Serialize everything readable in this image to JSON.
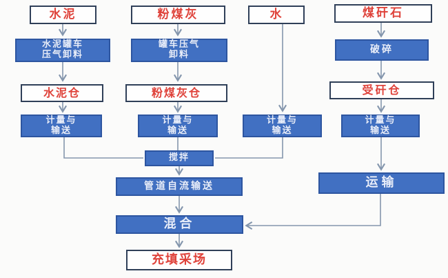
{
  "diagram": {
    "type": "flowchart",
    "language": "zh-CN",
    "colors": {
      "process_box_fill": "#4170c2",
      "process_box_border": "#2d55a0",
      "process_box_text": "#e9effc",
      "label_box_fill": "#fefefe",
      "label_box_border": "#2f3f58",
      "label_box_text": "#df423a",
      "connector": "#8496ad",
      "background": "#fbfbfa"
    },
    "nodes": {
      "cement": {
        "label": "水泥"
      },
      "flyash": {
        "label": "粉煤灰"
      },
      "water": {
        "label": "水"
      },
      "gangue": {
        "label": "煤矸石"
      },
      "cement_unload": {
        "label": "水泥罐车\n压气卸料"
      },
      "flyash_unload": {
        "label": "罐车压气\n卸料"
      },
      "crush": {
        "label": "破碎"
      },
      "cement_silo": {
        "label": "水泥仓"
      },
      "flyash_silo": {
        "label": "粉煤灰仓"
      },
      "gangue_silo": {
        "label": "受矸仓"
      },
      "metering_cement": {
        "label": "计量与\n输送"
      },
      "metering_flyash": {
        "label": "计量与\n输送"
      },
      "metering_water": {
        "label": "计量与\n输送"
      },
      "metering_gangue": {
        "label": "计量与\n输送"
      },
      "stir": {
        "label": "搅拌"
      },
      "pipeline": {
        "label": "管道自流输送"
      },
      "transport": {
        "label": "运输"
      },
      "blend": {
        "label": "混合"
      },
      "fill": {
        "label": "充填采场"
      }
    },
    "edges": [
      {
        "from": "cement",
        "to": "cement_unload"
      },
      {
        "from": "cement_unload",
        "to": "cement_silo"
      },
      {
        "from": "cement_silo",
        "to": "metering_cement"
      },
      {
        "from": "metering_cement",
        "to": "stir"
      },
      {
        "from": "flyash",
        "to": "flyash_unload"
      },
      {
        "from": "flyash_unload",
        "to": "flyash_silo"
      },
      {
        "from": "flyash_silo",
        "to": "metering_flyash"
      },
      {
        "from": "metering_flyash",
        "to": "stir"
      },
      {
        "from": "water",
        "to": "metering_water"
      },
      {
        "from": "metering_water",
        "to": "stir"
      },
      {
        "from": "gangue",
        "to": "crush"
      },
      {
        "from": "crush",
        "to": "gangue_silo"
      },
      {
        "from": "gangue_silo",
        "to": "metering_gangue"
      },
      {
        "from": "metering_gangue",
        "to": "transport"
      },
      {
        "from": "stir",
        "to": "pipeline"
      },
      {
        "from": "pipeline",
        "to": "blend"
      },
      {
        "from": "transport",
        "to": "blend"
      },
      {
        "from": "blend",
        "to": "fill"
      }
    ]
  }
}
